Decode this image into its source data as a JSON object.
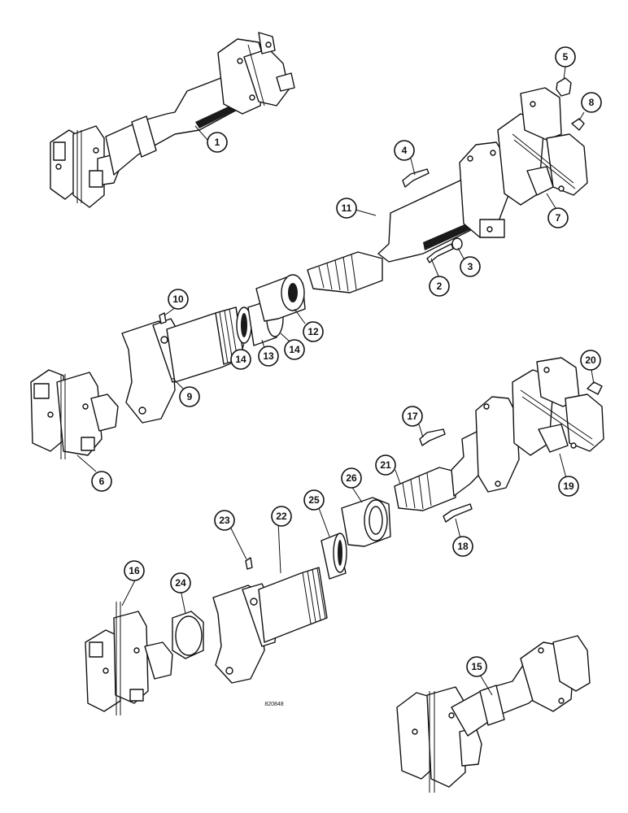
{
  "figure_number": "820848",
  "callouts": [
    {
      "label": "1"
    },
    {
      "label": "2"
    },
    {
      "label": "3"
    },
    {
      "label": "4"
    },
    {
      "label": "5"
    },
    {
      "label": "6"
    },
    {
      "label": "7"
    },
    {
      "label": "8"
    },
    {
      "label": "9"
    },
    {
      "label": "10"
    },
    {
      "label": "11"
    },
    {
      "label": "12"
    },
    {
      "label": "13"
    },
    {
      "label": "14"
    },
    {
      "label": "14"
    },
    {
      "label": "15"
    },
    {
      "label": "16"
    },
    {
      "label": "17"
    },
    {
      "label": "18"
    },
    {
      "label": "19"
    },
    {
      "label": "20"
    },
    {
      "label": "21"
    },
    {
      "label": "22"
    },
    {
      "label": "23"
    },
    {
      "label": "24"
    },
    {
      "label": "25"
    },
    {
      "label": "26"
    }
  ]
}
